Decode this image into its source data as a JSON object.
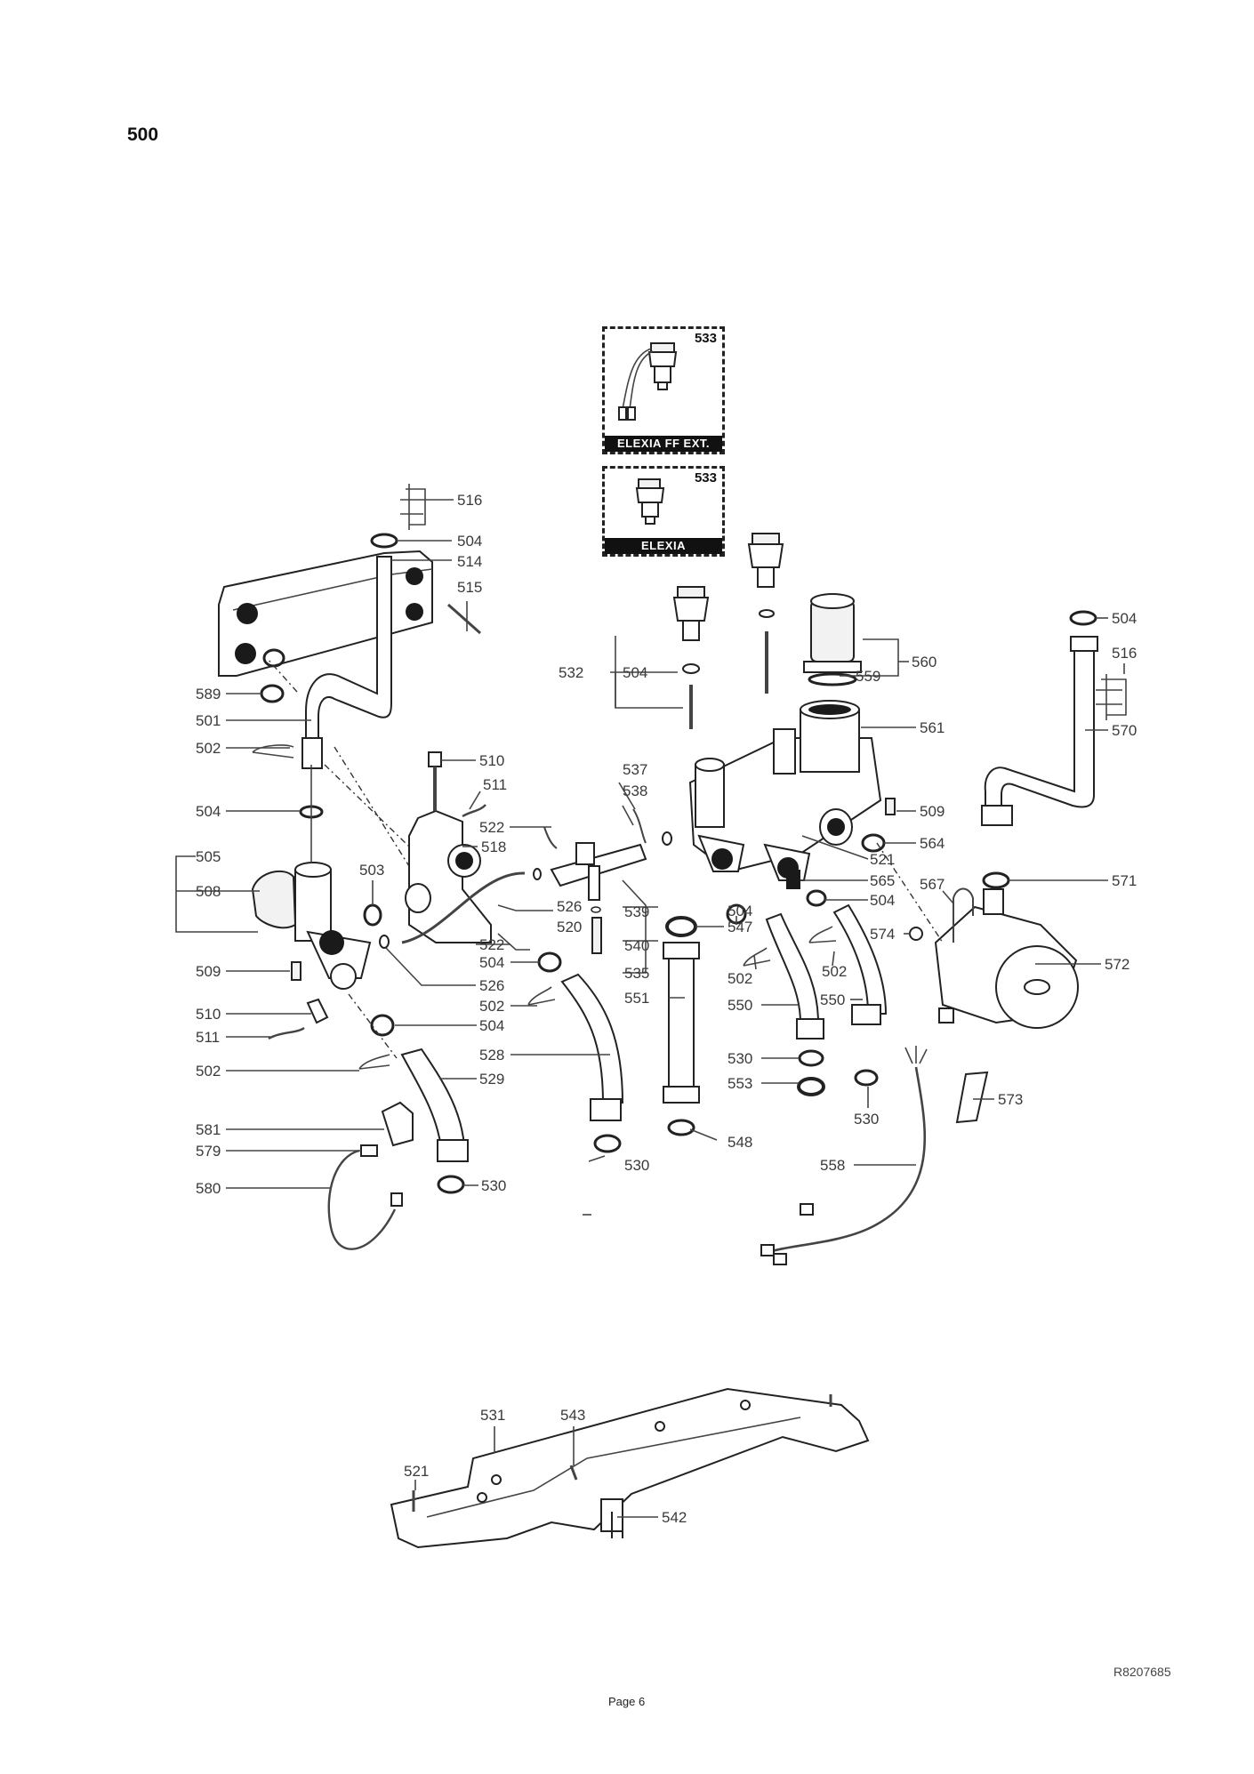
{
  "page": {
    "section_title": "500",
    "drawing_reference": "R8207685",
    "page_label": "Page 6"
  },
  "insets": [
    {
      "part_number": "533",
      "variant_label": "ELEXIA FF EXT."
    },
    {
      "part_number": "533",
      "variant_label": "ELEXIA"
    }
  ],
  "callouts": {
    "c516a": "516",
    "c504a": "504",
    "c514": "514",
    "c515": "515",
    "c589": "589",
    "c501": "501",
    "c502a": "502",
    "c510a": "510",
    "c511a": "511",
    "c504b": "504",
    "c522a": "522",
    "c518": "518",
    "c505": "505",
    "c508": "508",
    "c503": "503",
    "c526a": "526",
    "c520": "520",
    "c522b": "522",
    "c504c": "504",
    "c526b": "526",
    "c502b": "502",
    "c509a": "509",
    "c510b": "510",
    "c511b": "511",
    "c504d": "504",
    "c502c": "502",
    "c528": "528",
    "c529": "529",
    "c581": "581",
    "c579": "579",
    "c580": "580",
    "c530a": "530",
    "c530b": "530",
    "c532": "532",
    "c504e": "504",
    "c537": "537",
    "c538": "538",
    "c539": "539",
    "c540": "540",
    "c535": "535",
    "c547": "547",
    "c551": "551",
    "c548": "548",
    "c504f": "504",
    "c502d": "502",
    "c550a": "550",
    "c530c": "530",
    "c553": "553",
    "c502e": "502",
    "c550b": "550",
    "c530d": "530",
    "c560": "560",
    "c559": "559",
    "c561": "561",
    "c509b": "509",
    "c564": "564",
    "c521a": "521",
    "c565": "565",
    "c504g": "504",
    "c567": "567",
    "c574": "574",
    "c504h": "504",
    "c516b": "516",
    "c570": "570",
    "c571": "571",
    "c572": "572",
    "c573": "573",
    "c558": "558",
    "c531": "531",
    "c543": "543",
    "c521b": "521",
    "c542": "542"
  }
}
